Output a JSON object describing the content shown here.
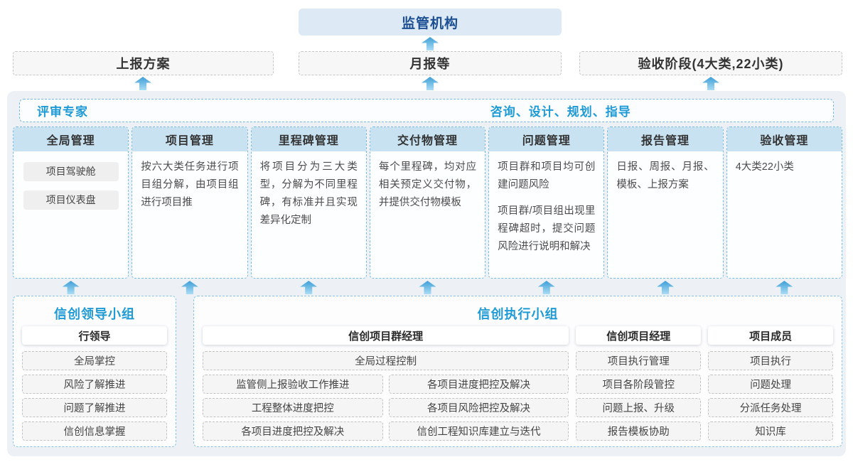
{
  "colors": {
    "accent_blue": "#1e9ad6",
    "navy_title": "#1b4e92",
    "column_header_bg": "#c9e2f2",
    "container_bg": "#edf1f6",
    "arrow_top": "#3e9ed8",
    "arrow_bottom": "#abddf4"
  },
  "top": {
    "regulator": "监管机构"
  },
  "outputs": [
    "上报方案",
    "月报等",
    "验收阶段(4大类,22小类)"
  ],
  "platform": {
    "left_role": "评审专家",
    "right_role": "咨询、设计、规划、指导",
    "columns": [
      {
        "title": "全局管理",
        "items": [
          "项目驾驶舱",
          "项目仪表盘"
        ]
      },
      {
        "title": "项目管理",
        "paragraphs": [
          "按六大类任务进行项目组分解，由项目组进行项目推"
        ]
      },
      {
        "title": "里程碑管理",
        "paragraphs": [
          "将项目分为三大类型，分解为不同里程碑，有标准并且实现差异化定制"
        ]
      },
      {
        "title": "交付物管理",
        "paragraphs": [
          "每个里程碑，均对应相关预定义交付物，并提供交付物模板"
        ]
      },
      {
        "title": "问题管理",
        "paragraphs": [
          "项目群和项目均可创建问题风险",
          "项目群/项目组出现里程碑超时，提交问题风险进行说明和解决"
        ]
      },
      {
        "title": "报告管理",
        "paragraphs": [
          "日报、周报、月报、模板、上报方案"
        ]
      },
      {
        "title": "验收管理",
        "paragraphs": [
          "4大类22小类"
        ]
      }
    ]
  },
  "leadership_group": {
    "title": "信创领导小组",
    "role": "行领导",
    "items": [
      "全局掌控",
      "风险了解推进",
      "问题了解推进",
      "信创信息掌握"
    ]
  },
  "execution_group": {
    "title": "信创执行小组",
    "program_manager": {
      "role": "信创项目群经理",
      "full_item": "全局过程控制",
      "left_items": [
        "监管侧上报验收工作推进",
        "工程整体进度把控",
        "各项目进度把控及解决"
      ],
      "right_items": [
        "各项目进度把控及解决",
        "各项目风险把控及解决",
        "信创工程知识库建立与迭代"
      ]
    },
    "project_manager": {
      "role": "信创项目经理",
      "items": [
        "项目执行管理",
        "项目各阶段管控",
        "问题上报、升级",
        "报告模板协助"
      ]
    },
    "member": {
      "role": "项目成员",
      "items": [
        "项目执行",
        "问题处理",
        "分派任务处理",
        "知识库"
      ]
    }
  }
}
